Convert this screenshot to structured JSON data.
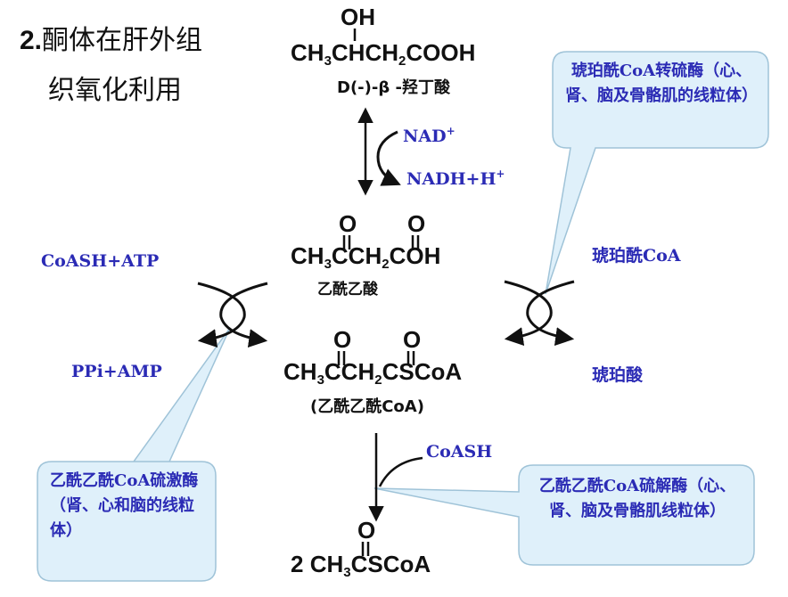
{
  "title": {
    "num": "2.",
    "line1": "酮体在肝外组",
    "line2": "织氧化利用"
  },
  "compounds": {
    "hydroxybutyrate": {
      "oh": "OH",
      "formula_a": "CH",
      "sub_a": "3",
      "formula_b": "CHCH",
      "sub_b": "2",
      "formula_c": "COOH",
      "name": "D(-)-β -羟丁酸"
    },
    "acetoacetate": {
      "o1": "O",
      "o2": "O",
      "formula_a": "CH",
      "sub_a": "3",
      "formula_b": "CCH",
      "sub_b": "2",
      "formula_c": "COH",
      "name": "乙酰乙酸"
    },
    "acetoacetyl_coa": {
      "o1": "O",
      "o2": "O",
      "formula_a": "CH",
      "sub_a": "3",
      "formula_b": "CCH",
      "sub_b": "2",
      "formula_c": "CSCoA",
      "name": "(乙酰乙酰CoA)"
    },
    "acetyl_coa": {
      "o": "O",
      "coef": "2",
      "formula_a": "CH",
      "sub_a": "3",
      "formula_b": "CSCoA"
    }
  },
  "cofactors": {
    "nad": "NAD",
    "nad_sup": "+",
    "nadh": "NADH+H",
    "nadh_sup": "+",
    "coash_atp": "CoASH+ATP",
    "ppi_amp": "PPi+AMP",
    "succinyl_coa": "琥珀酰CoA",
    "succinate": "琥珀酸",
    "coash": "CoASH"
  },
  "callouts": {
    "transferase": "琥珀酰CoA转硫酶（心、肾、脑及骨骼肌的线粒体）",
    "thiokinase": "乙酰乙酰CoA硫激酶（肾、心和脑的线粒体）",
    "thiolase": "乙酰乙酰CoA硫解酶（心、肾、脑及骨骼肌线粒体）"
  },
  "colors": {
    "callout_fill": "#dff0fa",
    "callout_stroke": "#9fc3d8",
    "cofactor_text": "#2b2bb5",
    "arrow": "#111111"
  }
}
